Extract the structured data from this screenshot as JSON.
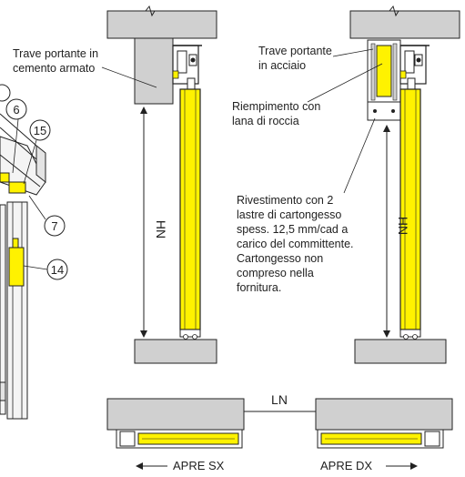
{
  "colors": {
    "concrete": "#d0d0d0",
    "door_panel": "#fff200",
    "line": "#222222",
    "background": "#ffffff"
  },
  "left_detail": {
    "label_line1": "Trave portante in",
    "label_line2": "cemento armato",
    "dimension_label": "HN"
  },
  "right_detail": {
    "steel_beam_line1": "Trave portante",
    "steel_beam_line2": "in acciaio",
    "filling_line1": "Riempimento con",
    "filling_line2": "lana di roccia",
    "cladding_lines": [
      "Rivestimento con 2",
      "lastre di cartongesso",
      "spess. 12,5 mm/cad a",
      "carico del committente.",
      "Cartongesso non",
      "compreso nella",
      "fornitura."
    ],
    "dimension_label": "HN"
  },
  "iso_view": {
    "callouts": [
      "6",
      "15",
      "7",
      "14"
    ]
  },
  "plan_view": {
    "width_label": "LN",
    "left_direction": "APRE SX",
    "right_direction": "APRE DX"
  }
}
